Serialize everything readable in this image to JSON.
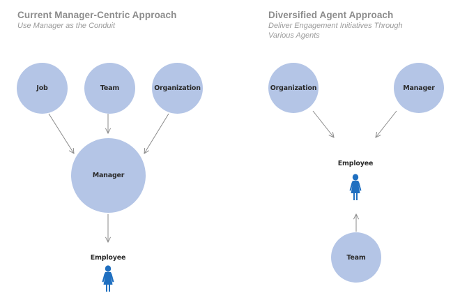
{
  "left_panel": {
    "title": "Current Manager-Centric Approach",
    "subtitle": "Use Manager as the Conduit",
    "nodes": {
      "job": "Job",
      "team": "Team",
      "organization": "Organization",
      "manager": "Manager"
    },
    "employee_label": "Employee"
  },
  "right_panel": {
    "title": "Diversified Agent Approach",
    "subtitle_line1": "Deliver Engagement Initiatives Through",
    "subtitle_line2": "Various Agents",
    "nodes": {
      "organization": "Organization",
      "manager": "Manager",
      "team": "Team"
    },
    "employee_label": "Employee"
  },
  "colors": {
    "node_fill": "#b4c5e6",
    "person_icon": "#1f6fc0",
    "arrow": "#8a8a8a",
    "title": "#8c8c8c"
  },
  "icons": {
    "employee": "person-female-icon"
  }
}
